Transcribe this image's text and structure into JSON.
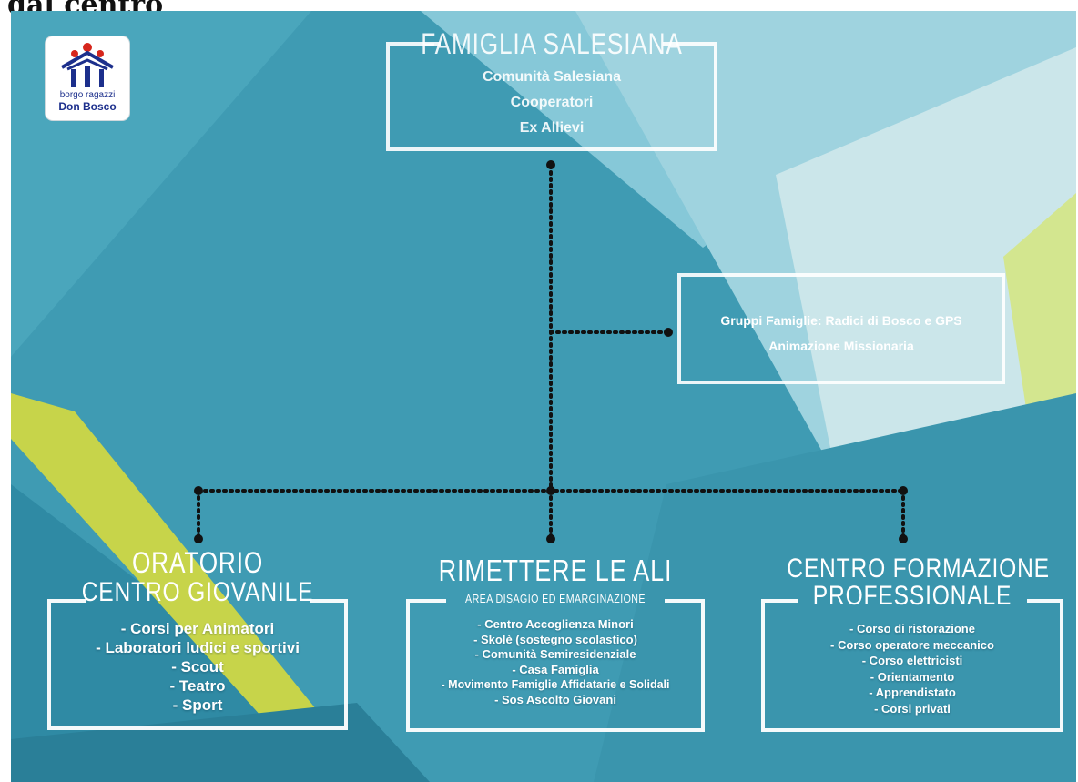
{
  "caption": "dal centro",
  "logo": {
    "line1": "borgo ragazzi",
    "line2": "Don Bosco"
  },
  "top_box": {
    "title": "FAMIGLIA SALESIANA",
    "items": [
      "Comunità Salesiana",
      "Cooperatori",
      "Ex Allievi"
    ]
  },
  "side_box": {
    "items": [
      "Gruppi Famiglie: Radici di Bosco e GPS",
      "Animazione Missionaria"
    ]
  },
  "left_box": {
    "title_line1": "ORATORIO",
    "title_line2": "CENTRO GIOVANILE",
    "items": [
      "- Corsi per Animatori",
      "- Laboratori ludici e sportivi",
      "- Scout",
      "- Teatro",
      "- Sport"
    ]
  },
  "mid_box": {
    "title": "RIMETTERE LE ALI",
    "subtitle": "AREA DISAGIO ED EMARGINAZIONE",
    "items": [
      "- Centro Accoglienza Minori",
      "- Skolè (sostegno scolastico)",
      "- Comunità Semiresidenziale",
      "- Casa Famiglia",
      "- Movimento Famiglie Affidatarie e Solidali",
      "- Sos Ascolto Giovani"
    ]
  },
  "right_box": {
    "title_line1": "CENTRO FORMAZIONE",
    "title_line2": "PROFESSIONALE",
    "items": [
      "- Corso di ristorazione",
      "- Corso operatore meccanico",
      "- Corso elettricisti",
      "- Orientamento",
      "- Apprendistato",
      "- Corsi privati"
    ]
  },
  "colors": {
    "bg_teal": "#3f9bb3",
    "bg_light": "#7cc3d6",
    "bg_pale": "#bfe1e6",
    "accent_yellow": "#c7d44a",
    "connector": "#111111"
  }
}
